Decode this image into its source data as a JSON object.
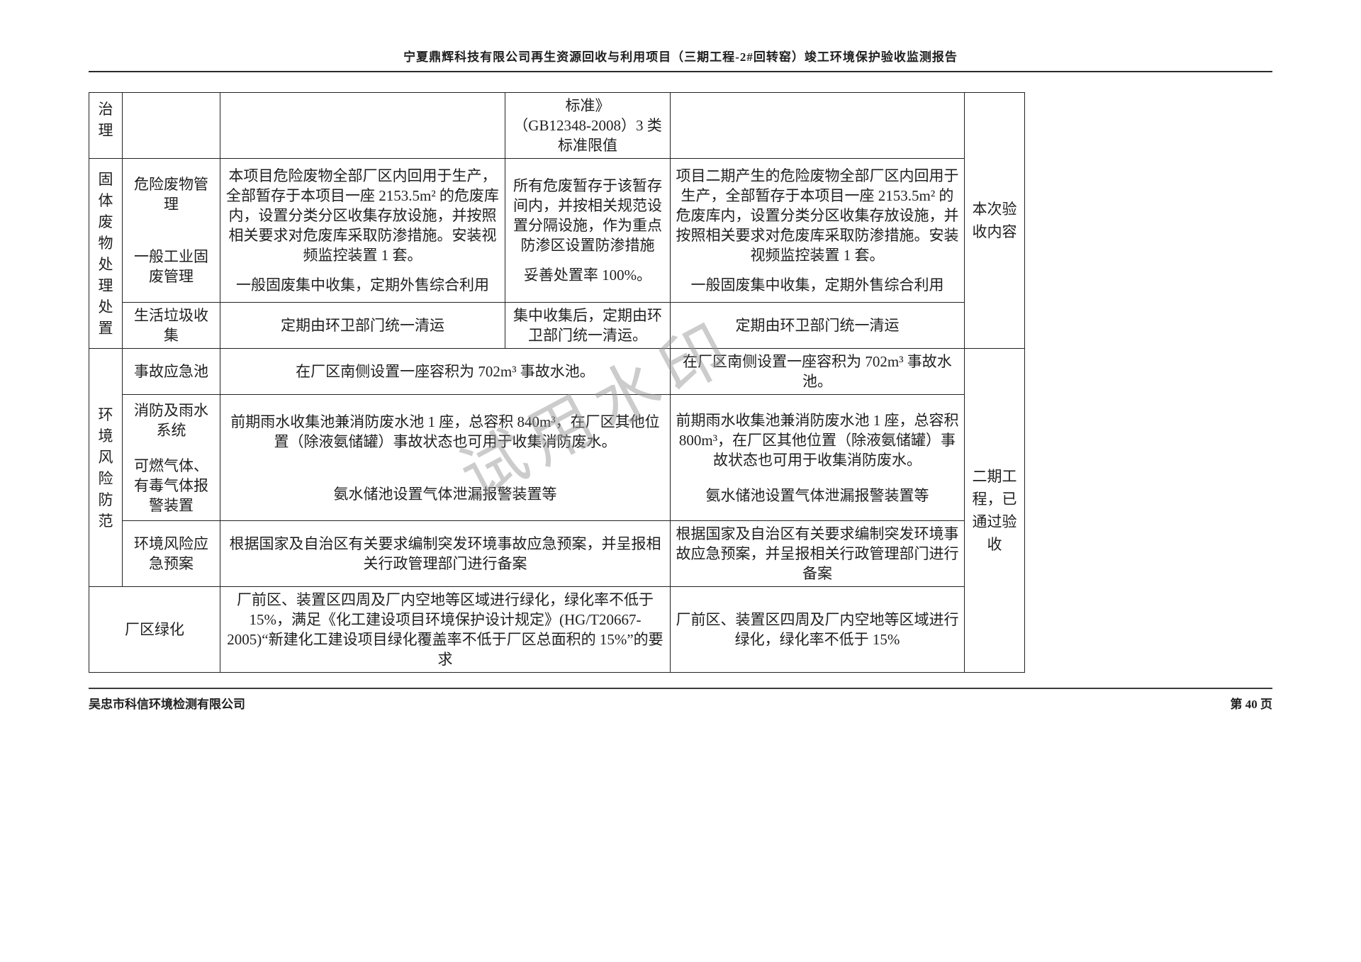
{
  "page": {
    "header_title": "宁夏鼎辉科技有限公司再生资源回收与利用项目（三期工程-2#回转窑）竣工环境保护验收监测报告",
    "footer_left": "吴忠市科信环境检测有限公司",
    "footer_right": "第 40 页",
    "watermark": "试用水印"
  },
  "table": {
    "r1c1": "治理",
    "r1c4": "标准》\n（GB12348-2008）3 类\n标准限值",
    "r1c6": "本次验收内容",
    "r2c1": "固体废物处理处置",
    "r2c2": {
      "p1": "危险废物管理",
      "p2": "一般工业固废管理"
    },
    "r2c3": {
      "p1": "本项目危险废物全部厂区内回用于生产，全部暂存于本项目一座 2153.5m² 的危废库内，设置分类分区收集存放设施，并按照相关要求对危废库采取防渗措施。安装视频监控装置 1 套。",
      "p2": "一般固废集中收集，定期外售综合利用"
    },
    "r2c4": {
      "p1": "所有危废暂存于该暂存间内，并按相关规范设置分隔设施，作为重点防渗区设置防渗措施",
      "p2": "妥善处置率 100%。"
    },
    "r2c5": {
      "p1": "项目二期产生的危险废物全部厂区内回用于生产，全部暂存于本项目一座 2153.5m² 的危废库内，设置分类分区收集存放设施，并按照相关要求对危废库采取防渗措施。安装视频监控装置 1 套。",
      "p2": "一般固废集中收集，定期外售综合利用"
    },
    "r3c2": "生活垃圾收集",
    "r3c3": "定期由环卫部门统一清运",
    "r3c4": "集中收集后，定期由环卫部门统一清运。",
    "r3c5": "定期由环卫部门统一清运",
    "r4c1": "环境风险防范",
    "r4c2": "事故应急池",
    "r4c34": "在厂区南侧设置一座容积为 702m³ 事故水池。",
    "r4c5": "在厂区南侧设置一座容积为 702m³ 事故水池。",
    "r4c6": "二期工程，已通过验收",
    "r5c2": {
      "p1": "消防及雨水系统",
      "p2": "可燃气体、有毒气体报警装置"
    },
    "r5c34": {
      "p1": "前期雨水收集池兼消防废水池 1 座，总容积 840m³，在厂区其他位置（除液氨储罐）事故状态也可用于收集消防废水。",
      "p2": "氨水储池设置气体泄漏报警装置等"
    },
    "r5c5": {
      "p1": "前期雨水收集池兼消防废水池 1 座，总容积 800m³，在厂区其他位置（除液氨储罐）事故状态也可用于收集消防废水。",
      "p2": "氨水储池设置气体泄漏报警装置等"
    },
    "r6c2": "环境风险应急预案",
    "r6c34": "根据国家及自治区有关要求编制突发环境事故应急预案，并呈报相关行政管理部门进行备案",
    "r6c5": "根据国家及自治区有关要求编制突发环境事故应急预案，并呈报相关行政管理部门进行备案",
    "r7c12": "厂区绿化",
    "r7c34": "厂前区、装置区四周及厂内空地等区域进行绿化，绿化率不低于 15%，满足《化工建设项目环境保护设计规定》(HG/T20667-2005)“新建化工建设项目绿化覆盖率不低于厂区总面积的 15%”的要求",
    "r7c5": "厂前区、装置区四周及厂内空地等区域进行绿化，绿化率不低于 15%"
  }
}
